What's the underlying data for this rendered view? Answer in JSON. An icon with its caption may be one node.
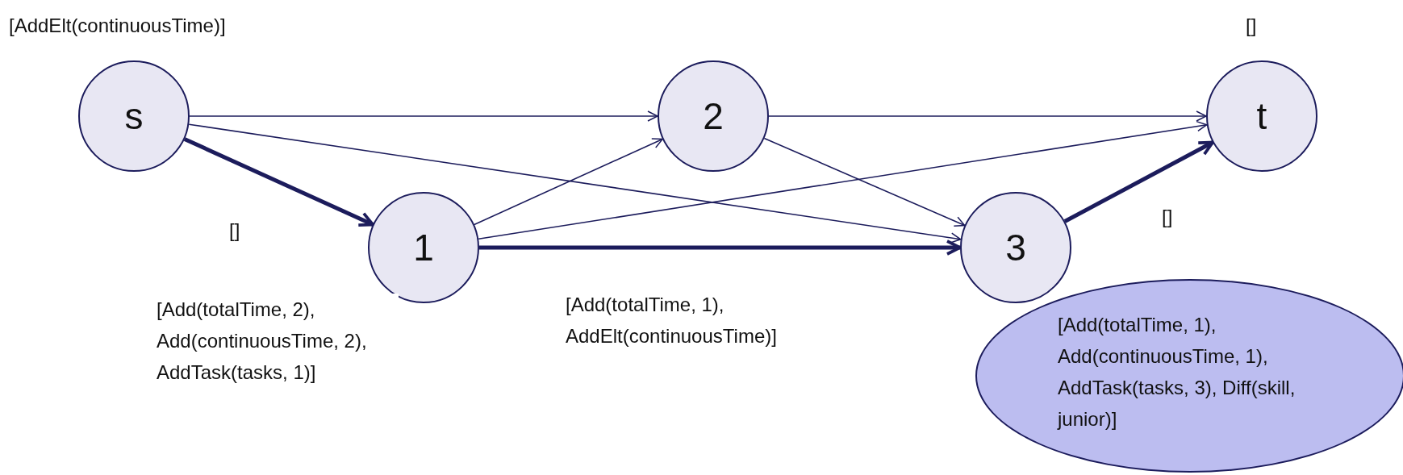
{
  "diagram": {
    "nodes": [
      {
        "text": [
          "s"
        ],
        "beside": [
          "[AddElt(continuousTime)]"
        ]
      },
      {
        "text": [
          "2"
        ]
      },
      {
        "text": [
          "t"
        ],
        "beside": [
          "[]"
        ]
      },
      {
        "text": [
          "1"
        ],
        "beside": [
          "[Add(totalTime, 2), Add(continuousTime, 2), AddTask(tasks, 1)]"
        ]
      },
      {
        "text": [
          "3"
        ]
      },
      {
        "text": [
          "[Add(totalTime, 1), Add(continuousTime, 1), AddTask(tasks, 3), Diff(skill, junior)]"
        ]
      }
    ],
    "edges": [
      {
        "from": 0,
        "to": 1,
        "arrow": "to"
      },
      {
        "from": 1,
        "to": 2,
        "arrow": "to"
      },
      {
        "from": 0,
        "to": 4,
        "arrow": "to"
      },
      {
        "from": 0,
        "to": 3,
        "arrow": "to",
        "label": "[]",
        "style": "thick"
      },
      {
        "from": 3,
        "to": 1,
        "arrow": "to"
      },
      {
        "from": 3,
        "to": 2,
        "arrow": "to"
      },
      {
        "from": 1,
        "to": 4,
        "arrow": "to"
      },
      {
        "from": 3,
        "to": 4,
        "arrow": "to",
        "label": "[Add(totalTime, 1), AddElt(continuousTime)]",
        "style": "thick"
      },
      {
        "from": 4,
        "to": 2,
        "arrow": "to",
        "label": "[]",
        "style": "thick"
      }
    ]
  }
}
